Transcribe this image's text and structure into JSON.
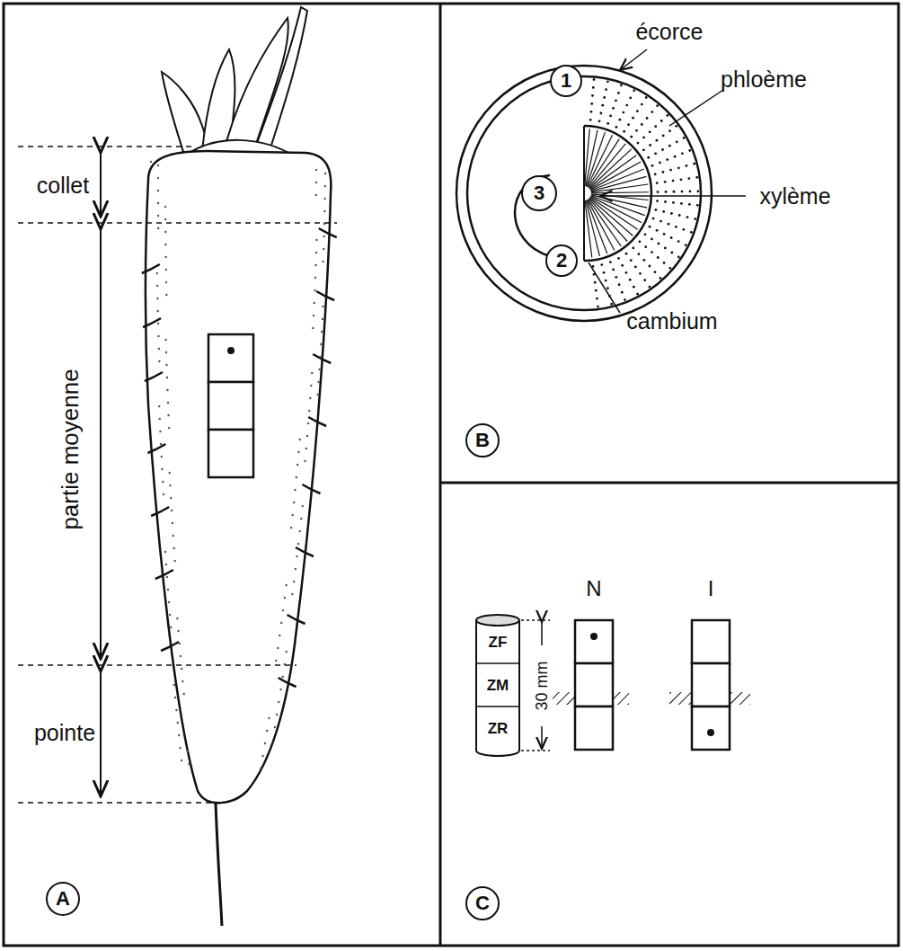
{
  "diagram": {
    "nodes": [
      {
        "text": [
          "A"
        ]
      },
      {
        "text": [
          "1"
        ]
      },
      {
        "text": [
          "3"
        ]
      },
      {
        "text": [
          "2"
        ]
      },
      {
        "text": [
          "B"
        ]
      },
      {
        "text": [
          "C"
        ]
      }
    ],
    "labels": [
      "collet",
      "partie moyenne",
      "pointe",
      "écorce",
      "phloème",
      "xylème",
      "cambium",
      "ZF",
      "ZM",
      "ZR",
      "30 mm",
      "N",
      "I"
    ]
  }
}
